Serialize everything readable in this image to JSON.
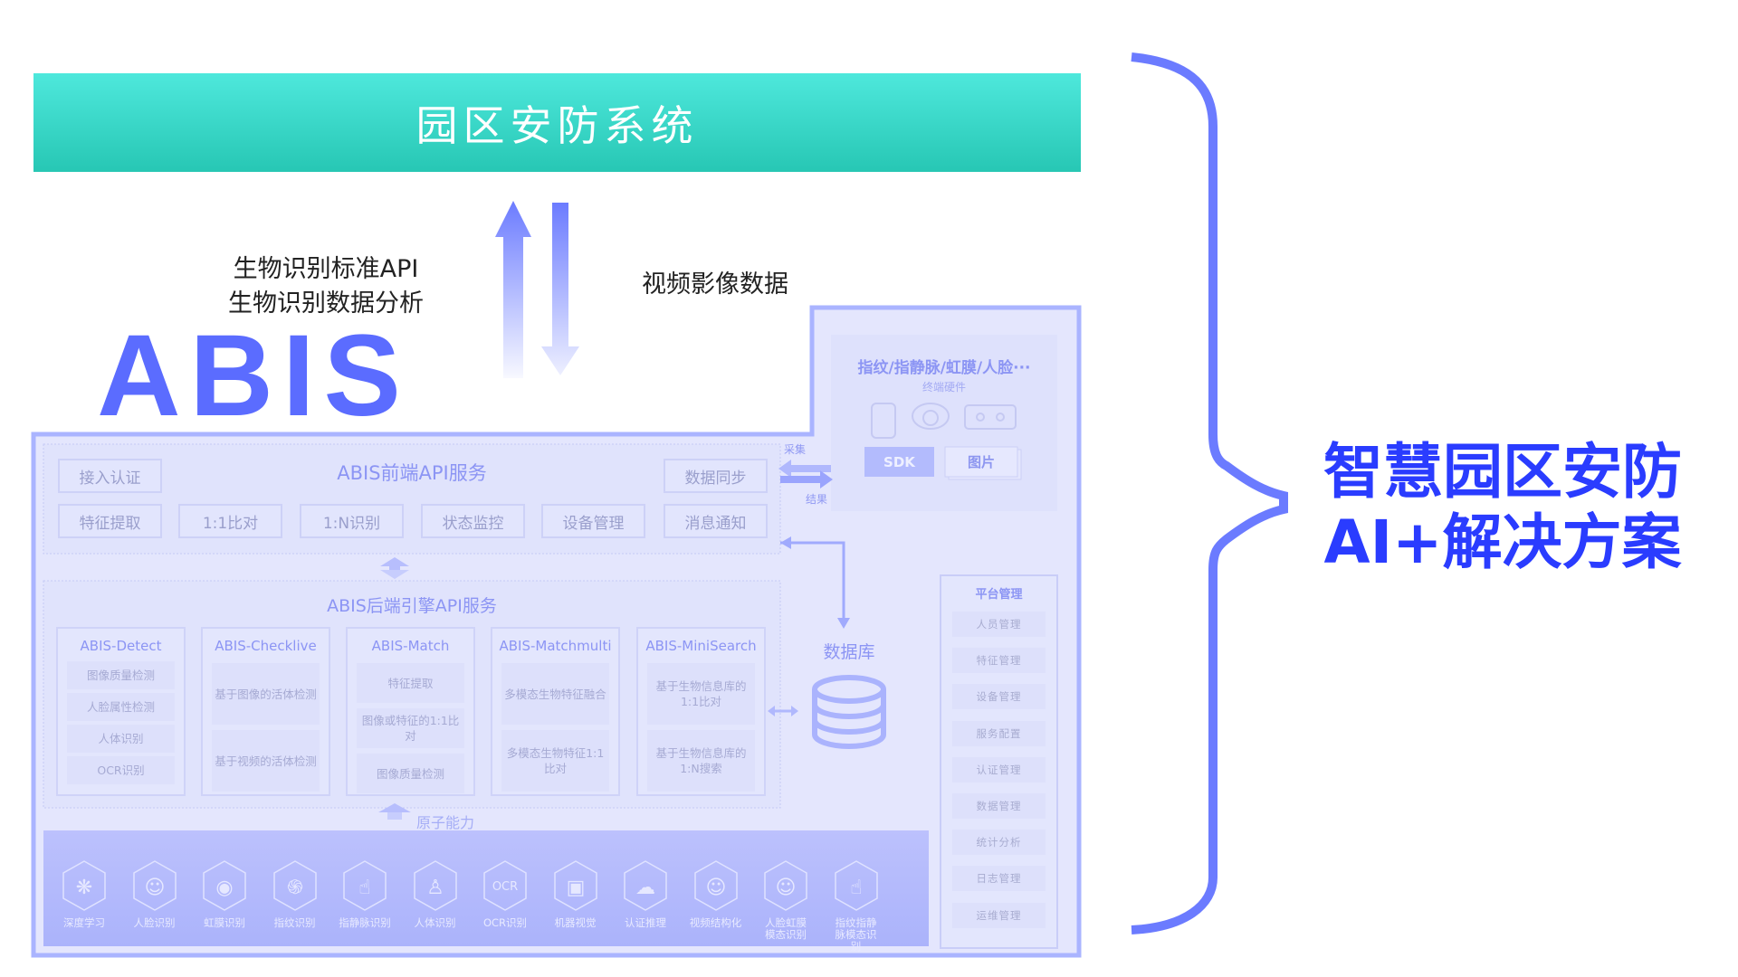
{
  "header": {
    "title": "园区安防系统"
  },
  "flow": {
    "up_label_lines": [
      "生物识别标准API",
      "生物识别数据分析"
    ],
    "down_label": "视频影像数据"
  },
  "hardware": {
    "title": "指纹/指静脉/虹膜/人脸···",
    "subtitle": "终端硬件",
    "sdk": "SDK",
    "image": "图片",
    "collect": "采集",
    "result": "结果"
  },
  "frontend": {
    "title": "ABIS前端API服务",
    "buttons": [
      "接入认证",
      "数据同步",
      "特征提取",
      "1:1比对",
      "1:N识别",
      "状态监控",
      "设备管理",
      "消息通知"
    ]
  },
  "backend": {
    "title": "ABIS后端引擎API服务",
    "overlay": "ABIS",
    "columns": [
      {
        "name": "ABIS-Detect",
        "items": [
          "图像质量检测",
          "人脸属性检测",
          "人体识别",
          "OCR识别"
        ]
      },
      {
        "name": "ABIS-Checklive",
        "items": [
          "基于图像的活体检测",
          "基于视频的活体检测"
        ]
      },
      {
        "name": "ABIS-Match",
        "items": [
          "特征提取",
          "图像或特征的1:1比对",
          "图像质量检测"
        ]
      },
      {
        "name": "ABIS-Matchmulti",
        "items": [
          "多模态生物特征融合",
          "多模态生物特征1:1比对"
        ]
      },
      {
        "name": "ABIS-MiniSearch",
        "items": [
          "基于生物信息库的1:1比对",
          "基于生物信息库的1:N搜索"
        ]
      }
    ]
  },
  "database": {
    "label": "数据库"
  },
  "atomic": {
    "label": "原子能力",
    "items": [
      {
        "label": "深度学习",
        "icon": "brain-icon"
      },
      {
        "label": "人脸识别",
        "icon": "face-icon"
      },
      {
        "label": "虹膜识别",
        "icon": "eye-icon"
      },
      {
        "label": "指纹识别",
        "icon": "fingerprint-icon"
      },
      {
        "label": "指静脉识别",
        "icon": "finger-icon"
      },
      {
        "label": "人体识别",
        "icon": "person-icon"
      },
      {
        "label": "OCR识别",
        "icon": "ocr-icon"
      },
      {
        "label": "机器视觉",
        "icon": "monitor-icon"
      },
      {
        "label": "认证推理",
        "icon": "cloud-search-icon"
      },
      {
        "label": "视频结构化",
        "icon": "face-icon"
      },
      {
        "label": "人脸虹膜模态识别",
        "icon": "face-iris-icon"
      },
      {
        "label": "指纹指静脉模态识别",
        "icon": "finger-icon"
      }
    ]
  },
  "platform": {
    "title": "平台管理",
    "items": [
      "人员管理",
      "特征管理",
      "设备管理",
      "服务配置",
      "认证管理",
      "数据管理",
      "统计分析",
      "日志管理",
      "运维管理"
    ]
  },
  "solution": {
    "line1": "智慧园区安防",
    "line2": "AI+解决方案"
  },
  "colors": {
    "accent": "#6b7bff",
    "title_blue": "#2a3cff",
    "teal": "#3dd9c9",
    "frame": "#aab4ff"
  }
}
